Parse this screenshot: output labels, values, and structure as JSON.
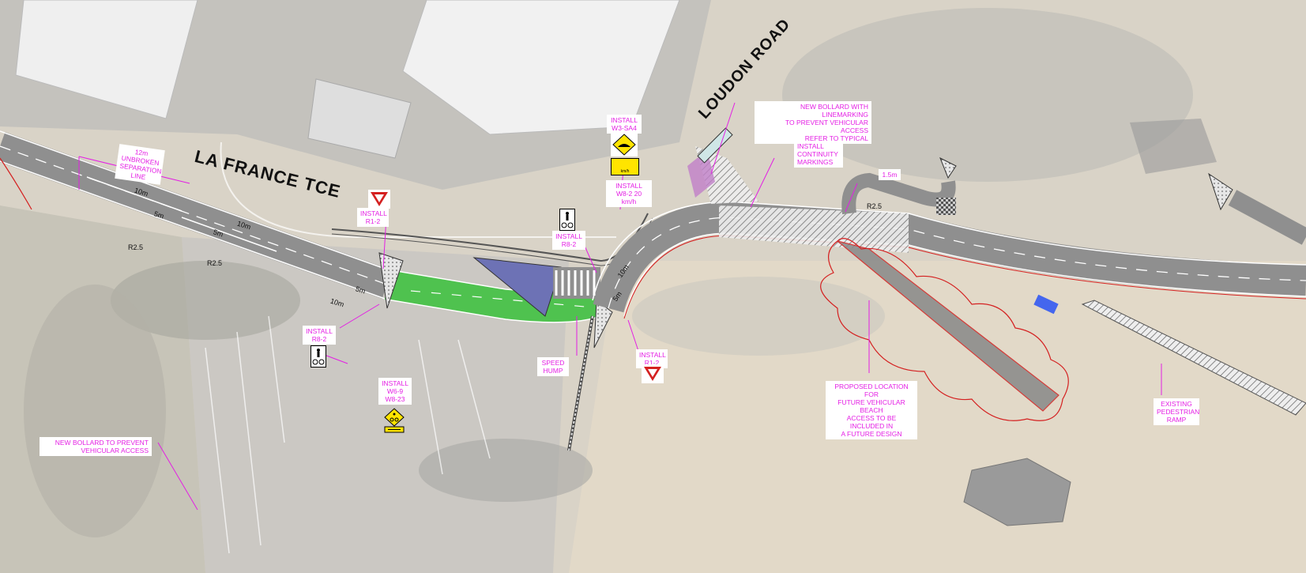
{
  "colors": {
    "background": "#d9d3c7",
    "road": "#8f8f8f",
    "road_marking": "#ffffff",
    "shared_path_green": "#4fc24f",
    "median_blue": "#6d72b5",
    "annotation_magenta": "#e41ee4",
    "proposed_outline_red": "#d42020",
    "building": "#efefef",
    "sign_yellow": "#ffe400",
    "sign_red": "#d42020"
  },
  "streets": {
    "la_france": "LA FRANCE TCE",
    "loudon": "LOUDON ROAD"
  },
  "annotations": {
    "unbroken_line": "12m\nUNBROKEN\nSEPARATION\nLINE",
    "install_r1_2_left": "INSTALL\nR1-2",
    "install_r8_2_top": "INSTALL\nR8-2",
    "install_w3_sa4": "INSTALL\nW3-SA4",
    "install_w8_2": "INSTALL\nW8-2 20 km/h",
    "new_bollard_linemarking": "NEW BOLLARD WITH LINEMARKING\nTO PREVENT VEHICULAR ACCESS\nREFER TO TYPICAL",
    "install_continuity": "INSTALL\nCONTINUITY\nMARKINGS",
    "width_1_5m": "1.5m",
    "install_r8_2_left": "INSTALL\nR8-2",
    "install_w6_9": "INSTALL\nW6-9\nW8-23",
    "speed_hump": "SPEED\nHUMP",
    "install_r1_2_right": "INSTALL\nR1-2",
    "proposed_beach_access": "PROPOSED LOCATION FOR\nFUTURE VEHICULAR BEACH\nACCESS TO BE INCLUDED IN\nA FUTURE DESIGN",
    "existing_ramp": "EXISTING\nPEDESTRIAN\nRAMP",
    "new_bollard_left": "NEW BOLLARD TO PREVENT\nVEHICULAR ACCESS"
  },
  "dimensions": {
    "d10m_a": "10m",
    "d5m_a": "5m",
    "d10m_b": "10m",
    "d5m_b": "5m",
    "d10m_c": "10m",
    "d5m_c": "5m",
    "d10m_d": "10m",
    "d5m_d": "5m",
    "r2_5_a": "R2.5",
    "r2_5_b": "R2.5",
    "r2_5_c": "R2.5"
  },
  "signs": {
    "give_way_text": "GIVE WAY",
    "speed_unit": "km/h"
  }
}
